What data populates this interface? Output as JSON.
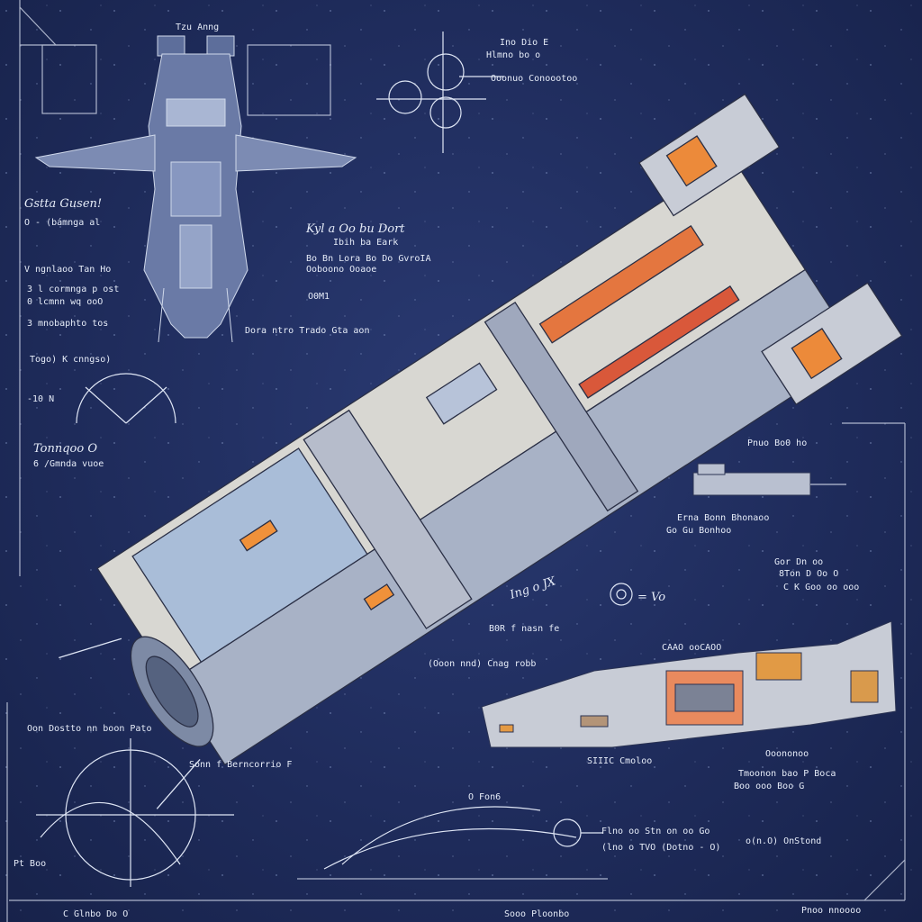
{
  "blueprint": {
    "top_view_title": "Tzu Anng",
    "palette": {
      "paper": "#1f2c5c",
      "ink": "#dfe6f5",
      "hull": "#c9cdd6",
      "hull_shadow": "#8f9bb4",
      "panel_blue": "#9fb3d1",
      "accent_orange": "#e07a3a",
      "accent_red": "#d9583a"
    },
    "annotations": [
      {
        "id": "top-left-1",
        "text": "Gstta Gusen!"
      },
      {
        "id": "top-left-2",
        "text": "O - (bámnga al"
      },
      {
        "id": "top-left-3",
        "text": "V ngnlaoo Tan Ho"
      },
      {
        "id": "top-left-4",
        "text": "3 l cormnga p ost"
      },
      {
        "id": "top-left-5",
        "text": "0 lcmnn wq ooO"
      },
      {
        "id": "top-left-6",
        "text": "3 mnobaphto tos"
      },
      {
        "id": "top-left-7",
        "text": "Togo) K cnngso)"
      },
      {
        "id": "mid-1",
        "text": "Kyl a Oo bu Dort"
      },
      {
        "id": "mid-2",
        "text": "Ibih ba Eark"
      },
      {
        "id": "mid-3",
        "text": "Bo Bn Lora Bo Do GvroIA"
      },
      {
        "id": "mid-4",
        "text": "Ooboono Ooaoe"
      },
      {
        "id": "mid-5",
        "text": "O0M1"
      },
      {
        "id": "mid-6",
        "text": "Dora ntro  Trado Gta aon"
      },
      {
        "id": "left-mid-1",
        "text": "-10 N"
      },
      {
        "id": "left-mid-2",
        "text": "Tonnqoo O"
      },
      {
        "id": "left-mid-3",
        "text": "6 /Gmnda vuoe"
      },
      {
        "id": "top-right-1",
        "text": "Ino Dio E"
      },
      {
        "id": "top-right-2",
        "text": "Hlmno bo o"
      },
      {
        "id": "top-right-3",
        "text": "Ooonuo Conoootoo"
      },
      {
        "id": "right-1",
        "text": "Pnuo Bo0 ho"
      },
      {
        "id": "right-2",
        "text": "Erna Bonn Bhonaoo"
      },
      {
        "id": "right-3",
        "text": "Go Gu Bonhoo"
      },
      {
        "id": "eq-1",
        "text": "Ing o JX"
      },
      {
        "id": "eq-2",
        "text": "= Vo"
      },
      {
        "id": "eq-3",
        "text": "B0R f nasn fe"
      },
      {
        "id": "eq-4",
        "text": "(Ooon nnd) Cnag robb"
      },
      {
        "id": "eq-5",
        "text": "Gor Dn oo"
      },
      {
        "id": "eq-6",
        "text": "8Ton D Oo O"
      },
      {
        "id": "eq-7",
        "text": "C K Goo oo ooo"
      },
      {
        "id": "side-1",
        "text": "CAAO ooCAOO"
      },
      {
        "id": "side-2",
        "text": "SIIIC Cmoloo"
      },
      {
        "id": "side-3",
        "text": "Ooononoo"
      },
      {
        "id": "side-4",
        "text": "Tmoonon bao P Boca"
      },
      {
        "id": "side-5",
        "text": "Boo ooo Boo G"
      },
      {
        "id": "bot-1",
        "text": "Oon Dostto nn boon Pato"
      },
      {
        "id": "bot-2",
        "text": "Sonn f Berncorrio F"
      },
      {
        "id": "bot-3",
        "text": "O Fon6"
      },
      {
        "id": "bot-4",
        "text": "Flno oo Stn on oo Go"
      },
      {
        "id": "bot-5",
        "text": "(lno o TVO (Dotno - O)"
      },
      {
        "id": "bot-6",
        "text": "o(n.O) OnStond"
      },
      {
        "id": "bot-7",
        "text": "Pnoo nnoooo"
      },
      {
        "id": "bot-8",
        "text": "Pt Boo"
      },
      {
        "id": "bot-9",
        "text": "C  Glnbo  Do  O"
      },
      {
        "id": "bot-10",
        "text": "Sooo  Ploonbo"
      }
    ]
  }
}
